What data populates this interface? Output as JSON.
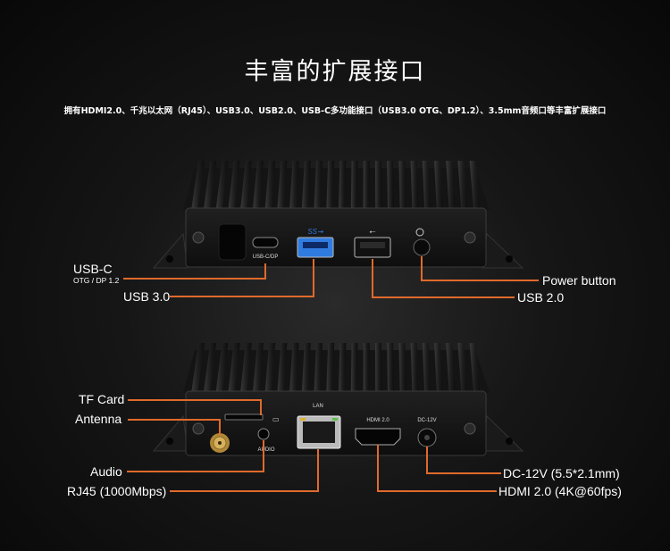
{
  "heading": {
    "title": "丰富的扩展接口",
    "subtitle": "拥有HDMI2.0、千兆以太网（RJ45）、USB3.0、USB2.0、USB-C多功能接口（USB3.0 OTG、DP1.2）、3.5mm音频口等丰富扩展接口"
  },
  "front_panel": {
    "port_labels": {
      "usbc": "USB-C/DP"
    },
    "callouts": {
      "usbc": "USB-C",
      "usbc_sub": "OTG / DP 1.2",
      "usb3": "USB 3.0",
      "power": "Power button",
      "usb2": "USB 2.0"
    }
  },
  "rear_panel": {
    "port_labels": {
      "lan": "LAN",
      "hdmi": "HDMI 2.0",
      "dc": "DC-12V",
      "audio": "AUDIO"
    },
    "callouts": {
      "tf": "TF Card",
      "antenna": "Antenna",
      "audio": "Audio",
      "rj45": "RJ45 (1000Mbps)",
      "dc": "DC-12V (5.5*2.1mm)",
      "hdmi": "HDMI 2.0 (4K@60fps)"
    }
  },
  "colors": {
    "accent": "#e06a2c",
    "usb3_blue": "#2f7be0"
  }
}
